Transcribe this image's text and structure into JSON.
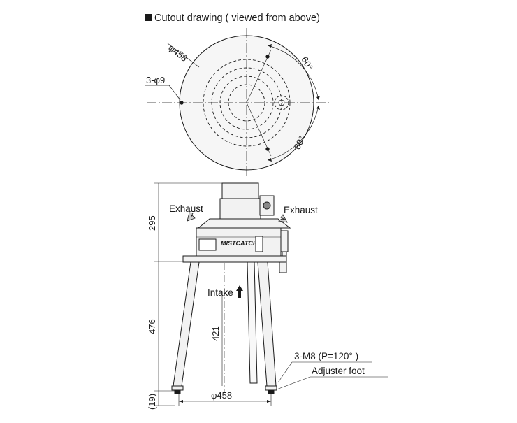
{
  "top_view": {
    "title": "Cutout drawing ( viewed from above)",
    "diameter": "φ458",
    "holes": "3-φ9",
    "angle_upper": "60°",
    "angle_lower": "60°"
  },
  "side_view": {
    "height_upper": "295",
    "height_lower": "476",
    "height_foot": "(19)",
    "leg_height": "421",
    "base_span": "φ458",
    "exhaust_left": "Exhaust",
    "exhaust_right": "Exhaust",
    "intake": "Intake",
    "bolt_note": "3-M8 (P=120°  )",
    "foot_note": "Adjuster foot",
    "brand_text": "MISTCATCH"
  },
  "colors": {
    "line": "#1a1a1a",
    "fill_light": "#f2f2f2",
    "arrow_fill": "#cfcfcf"
  }
}
